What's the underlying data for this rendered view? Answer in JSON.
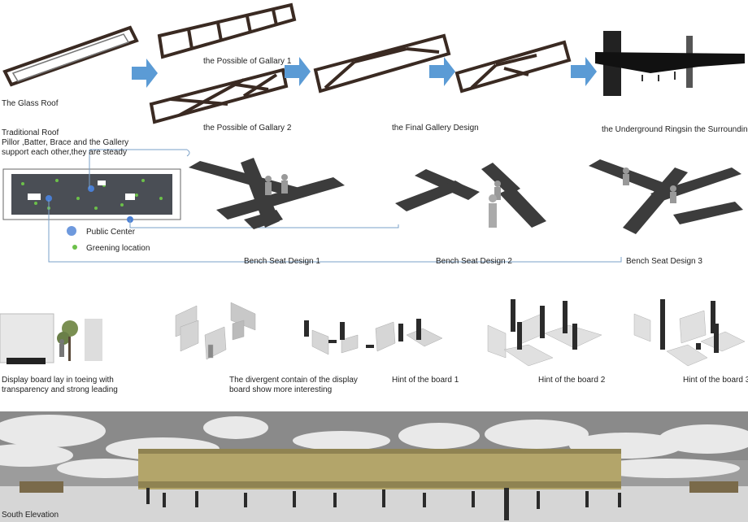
{
  "row1": {
    "glass_roof": "The Glass Roof",
    "gallary1": "the Possible of Gallary 1",
    "gallary2": "the Possible of Gallary 2",
    "final": "the Final Gallery Design",
    "underground": "the Underground Ringsin the Surrounding"
  },
  "row2": {
    "traditional": "Traditional Roof\nPillor ,Batter, Brace and the Gallery\nsupport each other,they are steady",
    "legend_public": "Public Center",
    "legend_greening": "Greening location",
    "bench1": "Bench Seat Design 1",
    "bench2": "Bench Seat Design 2",
    "bench3": "Bench Seat Design 3"
  },
  "row3": {
    "display": "Display board lay in toeing with\n transparency and strong leading",
    "divergent": "The divergent contain of the display\nboard show more interesting",
    "hint1": "Hint of the board 1",
    "hint2": "Hint of the board 2",
    "hint3": "Hint of the board 3"
  },
  "row4": {
    "south": "South Elevation"
  },
  "colors": {
    "arrow": "#5b9bd5",
    "frame": "#3a2a22",
    "bench": "#3c3c3c",
    "leader": "#7aa0c8",
    "facade": "#b3a56a",
    "public": "#4a7fd4",
    "greening": "#6cc04a"
  }
}
